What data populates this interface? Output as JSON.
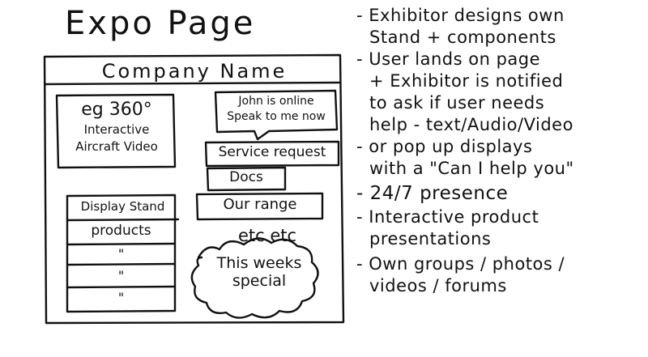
{
  "title": "Expo Page",
  "mockup": {
    "company_name": "Company Name",
    "video_box": [
      "eg 360°",
      "Interactive",
      "Aircraft Video"
    ],
    "chat_bubble": [
      "John is online",
      "Speak to me now"
    ],
    "buttons": [
      "Service request",
      "Docs",
      "Our range"
    ],
    "etc": "etc etc",
    "special": [
      "This weeks",
      "special"
    ],
    "display_stand": {
      "header": "Display Stand",
      "subheader": "products",
      "rows": [
        "\"",
        "\"",
        "\""
      ]
    }
  },
  "notes": [
    [
      "- Exhibitor designs own",
      "Stand + components"
    ],
    [
      "- User lands on page",
      "+ Exhibitor is notified",
      "to ask if user needs",
      "help - text/Audio/Video"
    ],
    [
      "- or pop up displays",
      "with a \"Can I help you\""
    ],
    [
      "- 24/7 presence"
    ],
    [
      "- Interactive product",
      "presentations"
    ],
    [
      "- Own groups / photos /",
      "videos / forums"
    ]
  ]
}
